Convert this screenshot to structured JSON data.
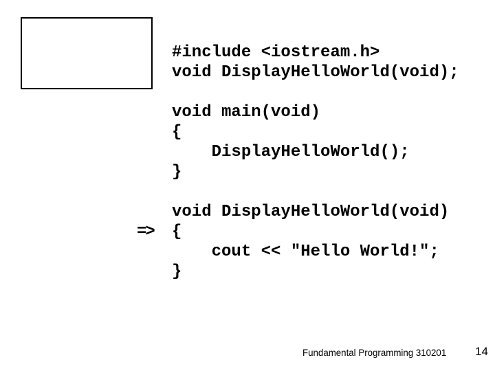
{
  "slide": {
    "background_color": "#ffffff",
    "text_color": "#000000",
    "box_border_color": "#000000"
  },
  "code": {
    "lines": [
      "#include <iostream.h>",
      "void DisplayHelloWorld(void);",
      "",
      "void main(void)",
      "{",
      "    DisplayHelloWorld();",
      "}",
      "",
      "void DisplayHelloWorld(void)",
      "{",
      "    cout << \"Hello World!\";",
      "}"
    ]
  },
  "arrow": {
    "symbol": "=>"
  },
  "footer": {
    "course": "Fundamental Programming 310201",
    "page_number": "14"
  }
}
